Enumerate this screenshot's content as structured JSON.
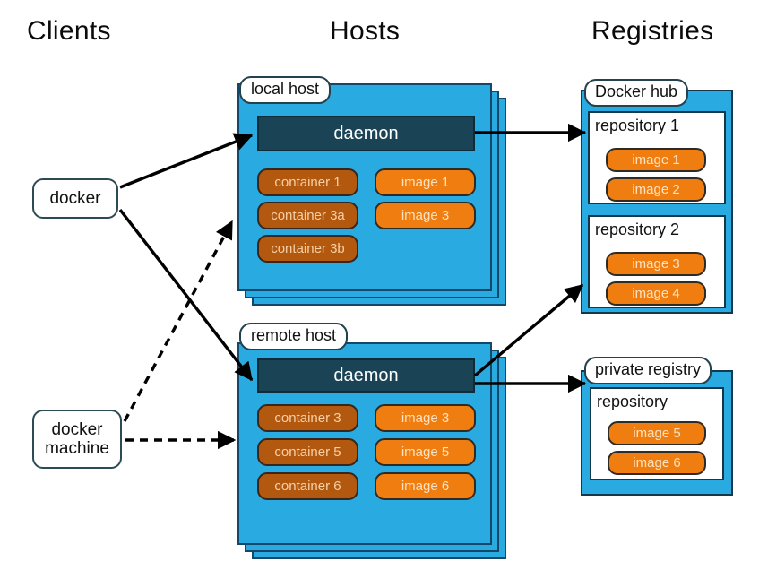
{
  "headings": {
    "clients": "Clients",
    "hosts": "Hosts",
    "registries": "Registries"
  },
  "clients": [
    {
      "id": "docker",
      "label": "docker"
    },
    {
      "id": "docker-machine",
      "label": "docker machine"
    }
  ],
  "hosts": [
    {
      "id": "local-host",
      "label": "local host",
      "daemon": "daemon",
      "containers": [
        "container 1",
        "container 3a",
        "container 3b"
      ],
      "images": [
        "image 1",
        "image 3"
      ]
    },
    {
      "id": "remote-host",
      "label": "remote host",
      "daemon": "daemon",
      "containers": [
        "container 3",
        "container 5",
        "container 6"
      ],
      "images": [
        "image 3",
        "image 5",
        "image 6"
      ]
    }
  ],
  "registries": [
    {
      "id": "docker-hub",
      "label": "Docker hub",
      "repositories": [
        {
          "title": "repository 1",
          "images": [
            "image 1",
            "image 2"
          ]
        },
        {
          "title": "repository 2",
          "images": [
            "image 3",
            "image 4"
          ]
        }
      ]
    },
    {
      "id": "private-registry",
      "label": "private registry",
      "repositories": [
        {
          "title": "repository",
          "images": [
            "image 5",
            "image 6"
          ]
        }
      ]
    }
  ],
  "connections": [
    {
      "from": "docker",
      "to": "local-host-daemon",
      "style": "solid"
    },
    {
      "from": "docker",
      "to": "remote-host-daemon",
      "style": "solid"
    },
    {
      "from": "docker-machine",
      "to": "local-host",
      "style": "dashed"
    },
    {
      "from": "docker-machine",
      "to": "remote-host",
      "style": "dashed"
    },
    {
      "from": "local-host-daemon",
      "to": "repository-1",
      "style": "solid"
    },
    {
      "from": "remote-host-daemon",
      "to": "repository-2",
      "style": "solid"
    },
    {
      "from": "remote-host-daemon",
      "to": "private-registry",
      "style": "solid"
    }
  ],
  "colors": {
    "host_blue": "#29abe2",
    "daemon_navy": "#1a4456",
    "container_brown": "#b3590f",
    "image_orange": "#f07d0f",
    "border_dark": "#14486b",
    "background": "#ffffff"
  }
}
